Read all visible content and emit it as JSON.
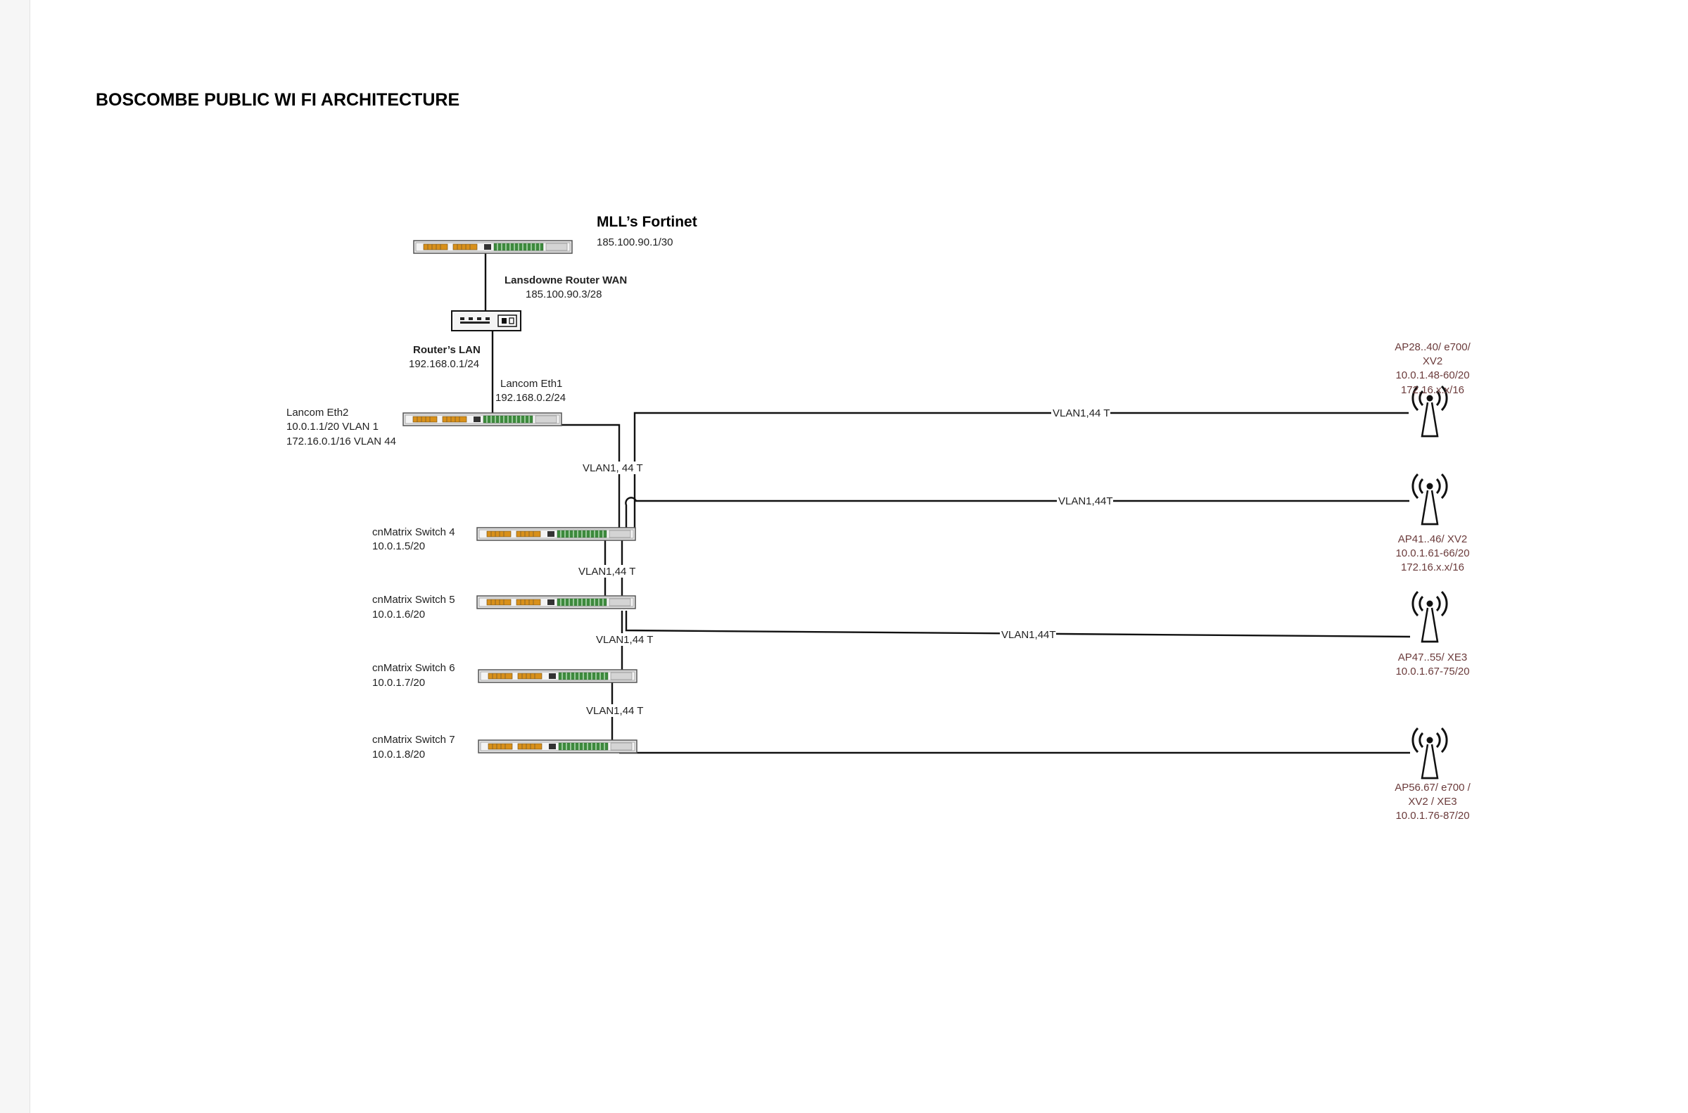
{
  "title": "BOSCOMBE PUBLIC WI FI ARCHITECTURE",
  "fortinet": {
    "name": "MLL’s Fortinet",
    "ip": "185.100.90.1/30"
  },
  "router_wan": {
    "name": "Lansdowne Router WAN",
    "ip": "185.100.90.3/28"
  },
  "router_lan": {
    "name": "Router’s LAN",
    "ip": "192.168.0.1/24"
  },
  "lancom_eth1": {
    "name": "Lancom Eth1",
    "ip": "192.168.0.2/24"
  },
  "lancom_eth2": {
    "name": "Lancom Eth2",
    "line1": "10.0.1.1/20 VLAN 1",
    "line2": "172.16.0.1/16 VLAN 44"
  },
  "switches": [
    {
      "name": "cnMatrix Switch 4",
      "ip": "10.0.1.5/20"
    },
    {
      "name": "cnMatrix Switch 5",
      "ip": "10.0.1.6/20"
    },
    {
      "name": "cnMatrix Switch 6",
      "ip": "10.0.1.7/20"
    },
    {
      "name": "cnMatrix Switch 7",
      "ip": "10.0.1.8/20"
    }
  ],
  "vlan_labels": {
    "lancom_to_switch4": "VLAN1, 44 T",
    "switch4_to_switch5": "VLAN1,44 T",
    "switch5_to_switch6": "VLAN1,44 T",
    "switch6_to_switch7": "VLAN1,44 T",
    "link_ap1": "VLAN1,44 T",
    "link_ap2": "VLAN1,44T",
    "link_ap3": "VLAN1,44T"
  },
  "access_points": [
    {
      "lines": [
        "AP28..40/ e700/",
        "XV2",
        "10.0.1.48-60/20",
        "172.16.x.x/16"
      ]
    },
    {
      "lines": [
        "AP41..46/ XV2",
        "10.0.1.61-66/20",
        "172.16.x.x/16"
      ]
    },
    {
      "lines": [
        "AP47..55/ XE3",
        "10.0.1.67-75/20"
      ]
    },
    {
      "lines": [
        "AP56.67/ e700 /",
        "XV2 / XE3",
        "10.0.1.76-87/20"
      ]
    }
  ],
  "colors": {
    "ap_text": "#6b3b3b",
    "link": "#111111",
    "port_orange": "#d8901a",
    "port_green": "#3d8a3d"
  },
  "icons": [
    "rack-device-icon",
    "router-icon",
    "antenna-tower-icon"
  ]
}
